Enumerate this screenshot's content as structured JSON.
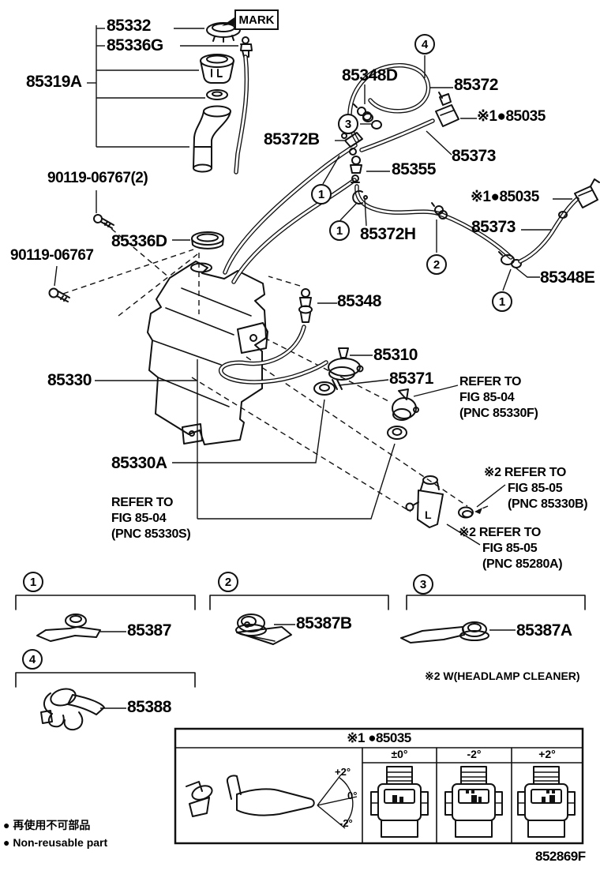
{
  "diagram": {
    "mark_label": "MARK",
    "pump_marking": "L",
    "labels": {
      "p85332": "85332",
      "p85336g": "85336G",
      "p85319a": "85319A",
      "p85348d": "85348D",
      "p85372": "85372",
      "p85035_top": "※1●85035",
      "p85372b": "85372B",
      "p85373_top": "85373",
      "p85355": "85355",
      "p85372h": "85372H",
      "p85035_right": "※1●85035",
      "p85373_right": "85373",
      "p85348e": "85348E",
      "p90119_2": "90119-06767(2)",
      "p90119": "90119-06767",
      "p85336d": "85336D",
      "p85330": "85330",
      "p85330a": "85330A",
      "p85348": "85348",
      "p85310": "85310",
      "p85371": "85371",
      "p85387": "85387",
      "p85387b": "85387B",
      "p85387a": "85387A",
      "p85388": "85388"
    },
    "refer_notes": {
      "f330f": {
        "l1": "REFER TO",
        "l2": "FIG 85-04",
        "l3": "(PNC 85330F)"
      },
      "f330s": {
        "l1": "REFER TO",
        "l2": "FIG 85-04",
        "l3": "(PNC 85330S)"
      },
      "f330b": {
        "l1": "※2 REFER TO",
        "l2": "FIG 85-05",
        "l3": "(PNC 85330B)"
      },
      "f280a": {
        "l1": "※2 REFER TO",
        "l2": "FIG 85-05",
        "l3": "(PNC 85280A)"
      }
    },
    "callouts": {
      "main": [
        "4",
        "3",
        "1",
        "1",
        "2",
        "1"
      ],
      "sections": [
        "1",
        "2",
        "3",
        "4"
      ]
    },
    "headlamp_note": "※2 W(HEADLAMP CLEANER)"
  },
  "nozzle_table": {
    "title": "※1 ●85035",
    "columns": [
      "±0°",
      "-2°",
      "+2°"
    ],
    "spray_angles": [
      "+2°",
      "0°",
      "-2°"
    ]
  },
  "footnotes": {
    "jp": "● 再使用不可部品",
    "en": "● Non-reusable part"
  },
  "title_block": {
    "drawing_number": "852869F"
  }
}
